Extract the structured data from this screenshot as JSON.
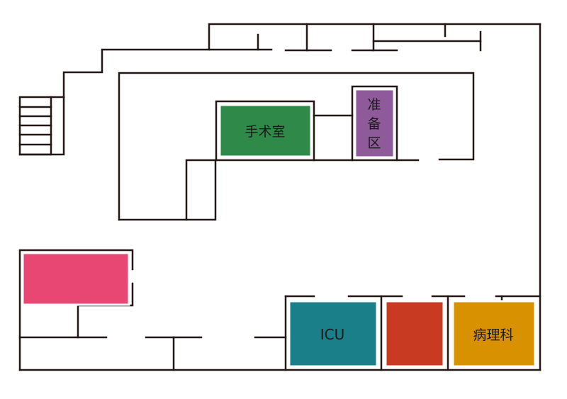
{
  "colors": {
    "wall": "#231815",
    "background": "#ffffff",
    "room_border": "#ffffff"
  },
  "rooms": {
    "surgery": {
      "label": "手术室",
      "color": "#2f8a4a"
    },
    "prep": {
      "label_lines": [
        "准",
        "备",
        "区"
      ],
      "color": "#8e5a9a"
    },
    "pink": {
      "label": "",
      "color": "#e84673"
    },
    "icu": {
      "label": "ICU",
      "color": "#1b7f8a"
    },
    "red": {
      "label": "",
      "color": "#c93a22"
    },
    "pathology": {
      "label": "病理科",
      "color": "#d89100"
    }
  }
}
